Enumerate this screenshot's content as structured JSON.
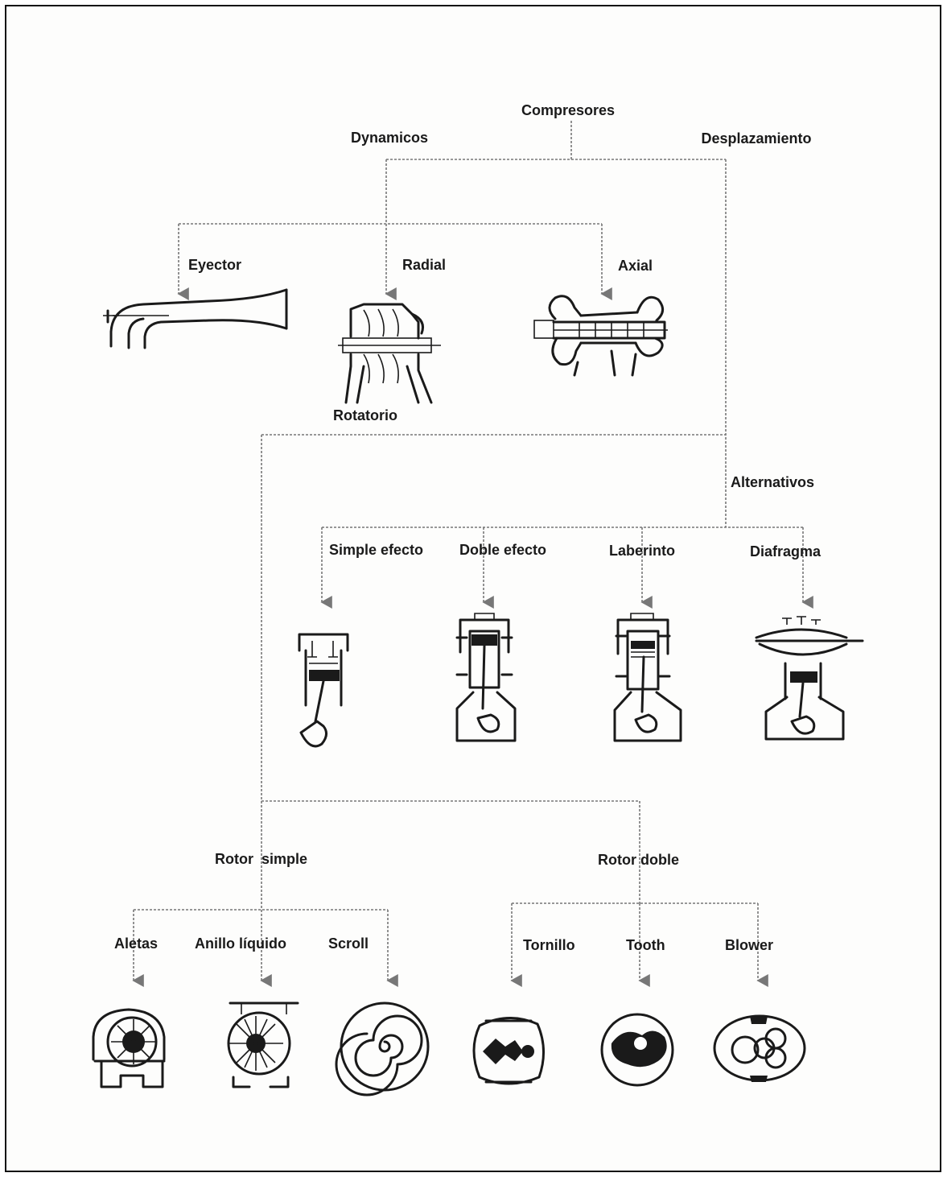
{
  "title": "Compresores",
  "categories": {
    "dynamic": "Dynamicos",
    "displacement": "Desplazamiento",
    "rotary": "Rotatorio",
    "reciprocating": "Alternativos",
    "single_rotor": "Rotor  simple",
    "double_rotor": "Rotor doble"
  },
  "dynamic_types": [
    "Eyector",
    "Radial",
    "Axial"
  ],
  "reciprocating_types": [
    "Simple efecto",
    "Doble efecto",
    "Laberinto",
    "Diafragma"
  ],
  "single_rotor_types": [
    "Aletas",
    "Anillo líquido",
    "Scroll"
  ],
  "double_rotor_types": [
    "Tornillo",
    "Tooth",
    "Blower"
  ],
  "colors": {
    "ink": "#1a1a1a",
    "connector": "#777777"
  }
}
